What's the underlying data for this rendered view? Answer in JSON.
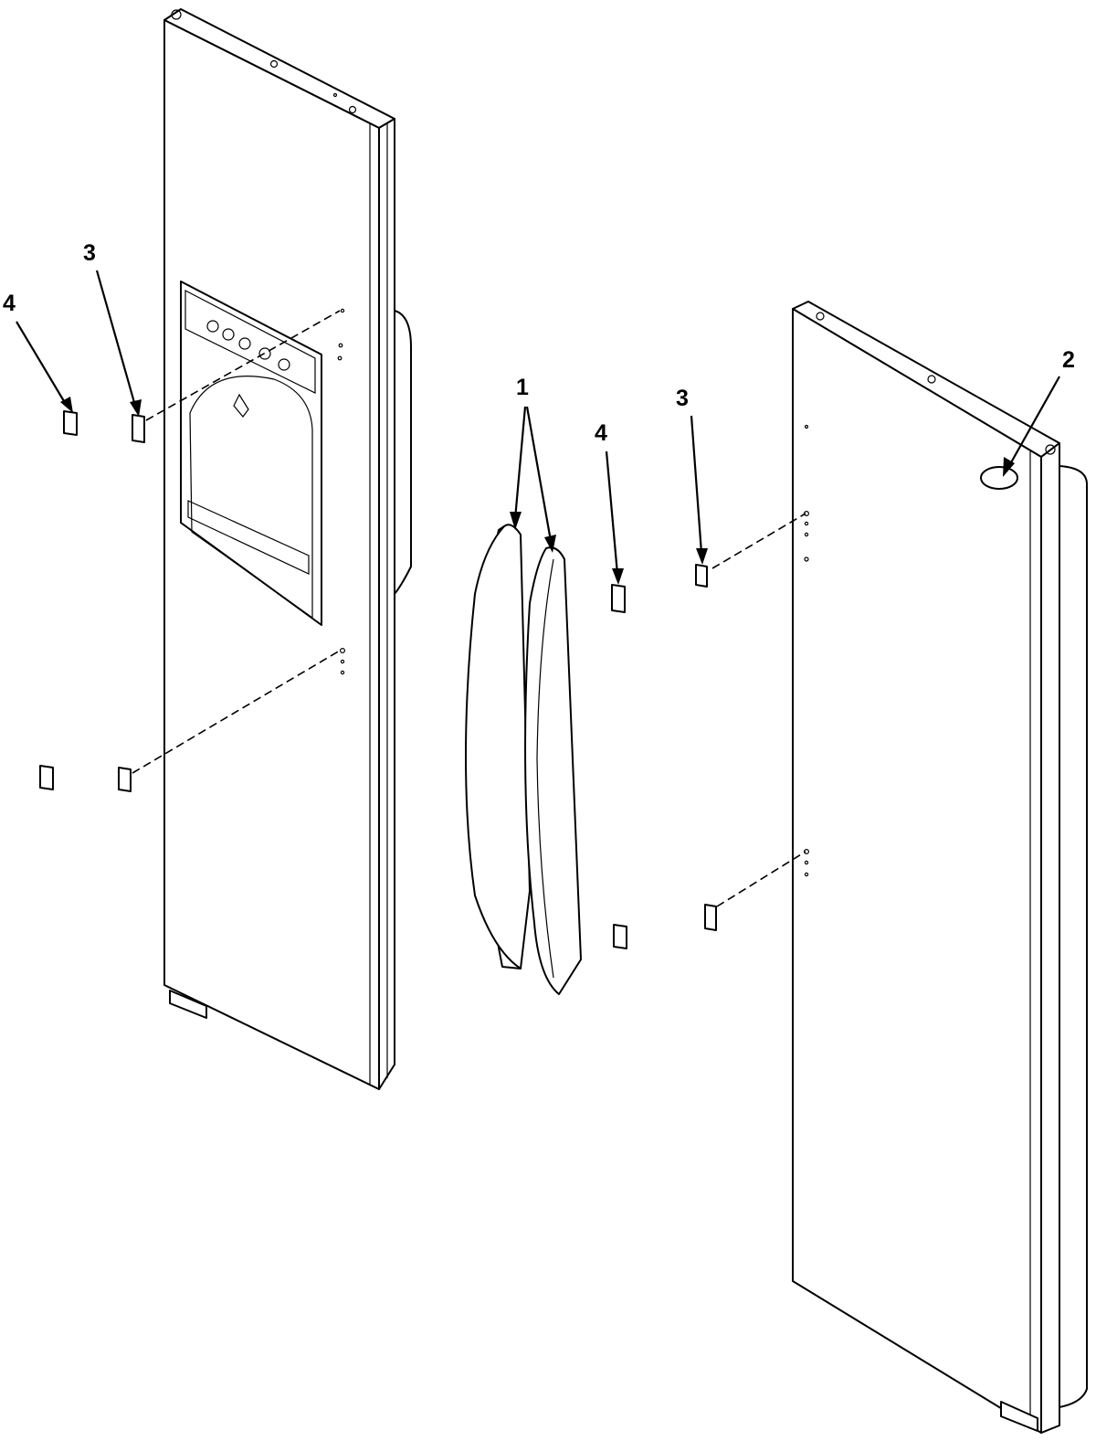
{
  "callouts": [
    {
      "id": "c1",
      "label": "1"
    },
    {
      "id": "c2",
      "label": "2"
    },
    {
      "id": "c3a",
      "label": "3"
    },
    {
      "id": "c3b",
      "label": "3"
    },
    {
      "id": "c4a",
      "label": "4"
    },
    {
      "id": "c4b",
      "label": "4"
    }
  ]
}
